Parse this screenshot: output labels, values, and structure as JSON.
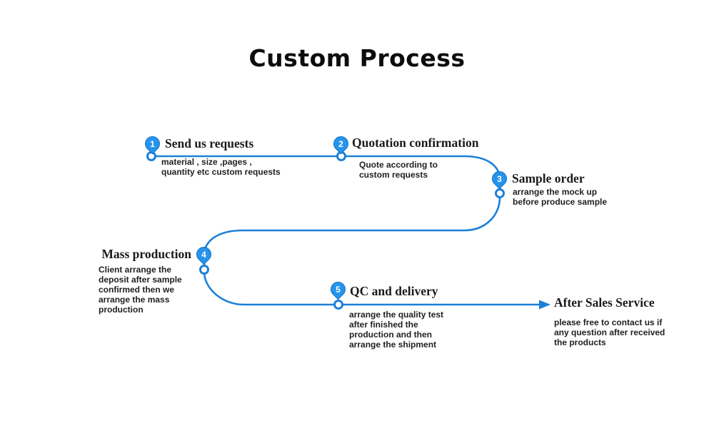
{
  "title": "Custom Process",
  "colors": {
    "line": "#1c80d9",
    "pin": "#2794ec",
    "pin_border": "#1271c4"
  },
  "steps": [
    {
      "number": "1",
      "title": "Send us requests",
      "description": "material , size ,pages ,\nquantity etc custom requests"
    },
    {
      "number": "2",
      "title": "Quotation confirmation",
      "description": "Quote according to\ncustom requests"
    },
    {
      "number": "3",
      "title": "Sample order",
      "description": "arrange the mock up\nbefore produce sample"
    },
    {
      "number": "4",
      "title": "Mass production",
      "description": "Client arrange the\ndeposit after sample\nconfirmed then we\narrange the mass\nproduction"
    },
    {
      "number": "5",
      "title": "QC and delivery",
      "description": "arrange the quality test\nafter finished the\nproduction and then\narrange the shipment"
    }
  ],
  "after_sales": {
    "title": "After Sales Service",
    "description": "please free to contact us if\nany question after received\nthe products"
  }
}
